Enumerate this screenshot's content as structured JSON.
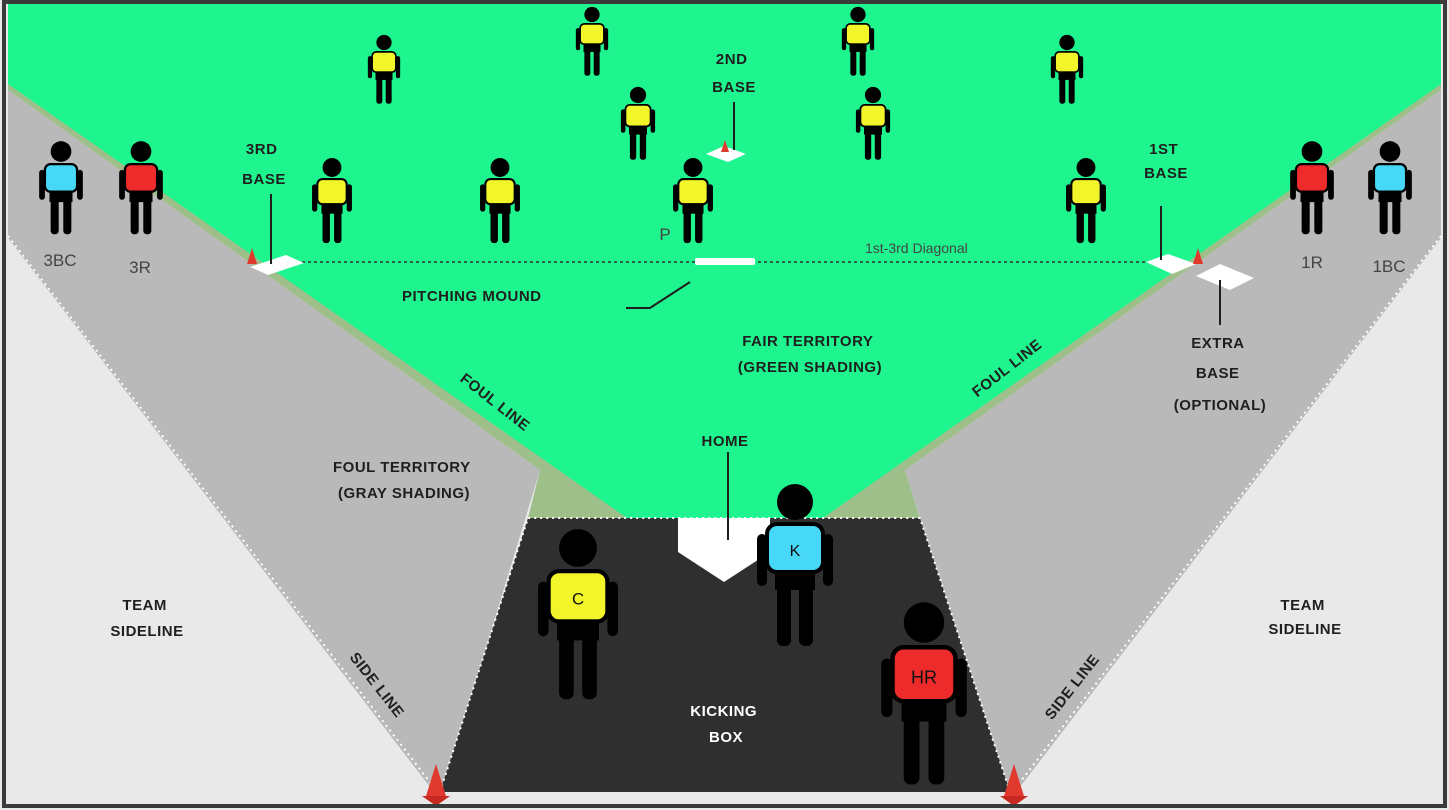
{
  "colors": {
    "fair": "#1ff58e",
    "foul_band": "#9fbf8a",
    "foul_gray": "#b9b9b9",
    "sideline": "#e9e9e9",
    "kicking_box": "#2f2f2f",
    "fielder": "#f2f52a",
    "kicker_team": "#46d8f6",
    "runner": "#ee2b2b",
    "cone": "#e03a2f",
    "border": "#3a3a3a"
  },
  "labels": {
    "second_base": [
      "2ND",
      "BASE"
    ],
    "third_base": [
      "3RD",
      "BASE"
    ],
    "first_base": [
      "1ST",
      "BASE"
    ],
    "pitching_mound": "PITCHING MOUND",
    "diagonal": "1st-3rd Diagonal",
    "fair_territory": [
      "FAIR TERRITORY",
      "(GREEN SHADING)"
    ],
    "foul_line_left": "FOUL LINE",
    "foul_line_right": "FOUL LINE",
    "extra_base": [
      "EXTRA",
      "BASE",
      "(OPTIONAL)"
    ],
    "home": "HOME",
    "foul_territory": [
      "FOUL TERRITORY",
      "(GRAY SHADING)"
    ],
    "team_sideline_left": [
      "TEAM",
      "SIDELINE"
    ],
    "team_sideline_right": [
      "TEAM",
      "SIDELINE"
    ],
    "side_line_left": "SIDE LINE",
    "side_line_right": "SIDE LINE",
    "kicking_box": [
      "KICKING",
      "BOX"
    ]
  },
  "players": {
    "pitcher": "P",
    "catcher": "C",
    "kicker": "K",
    "home_runner": "HR",
    "third_base_coach": "3BC",
    "third_runner": "3R",
    "first_runner": "1R",
    "first_base_coach": "1BC"
  }
}
